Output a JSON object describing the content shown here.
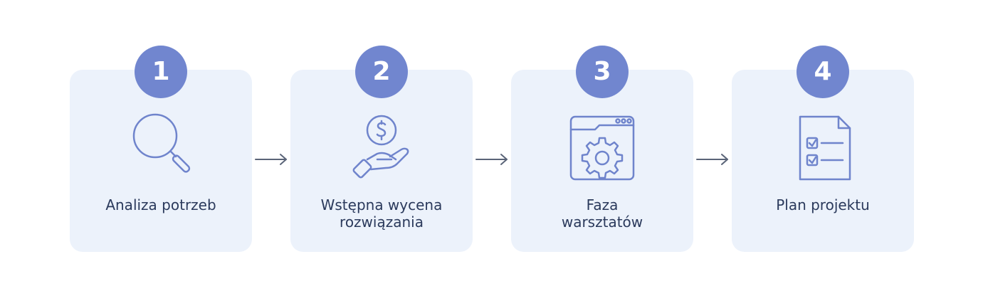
{
  "steps": [
    {
      "number": "1",
      "label": "Analiza potrzeb",
      "icon": "magnifier-icon"
    },
    {
      "number": "2",
      "label_line1": "Wstępna wycena",
      "label_line2": "rozwiązania",
      "icon": "hand-coin-icon"
    },
    {
      "number": "3",
      "label_line1": "Faza",
      "label_line2": "warsztatów",
      "icon": "browser-gear-icon"
    },
    {
      "number": "4",
      "label": "Plan projektu",
      "icon": "checklist-document-icon"
    }
  ],
  "colors": {
    "card_background": "#ecf2fb",
    "badge": "#7186cf",
    "icon_stroke": "#6f84cc",
    "text": "#2b3a5c",
    "arrow": "#5a6478"
  }
}
